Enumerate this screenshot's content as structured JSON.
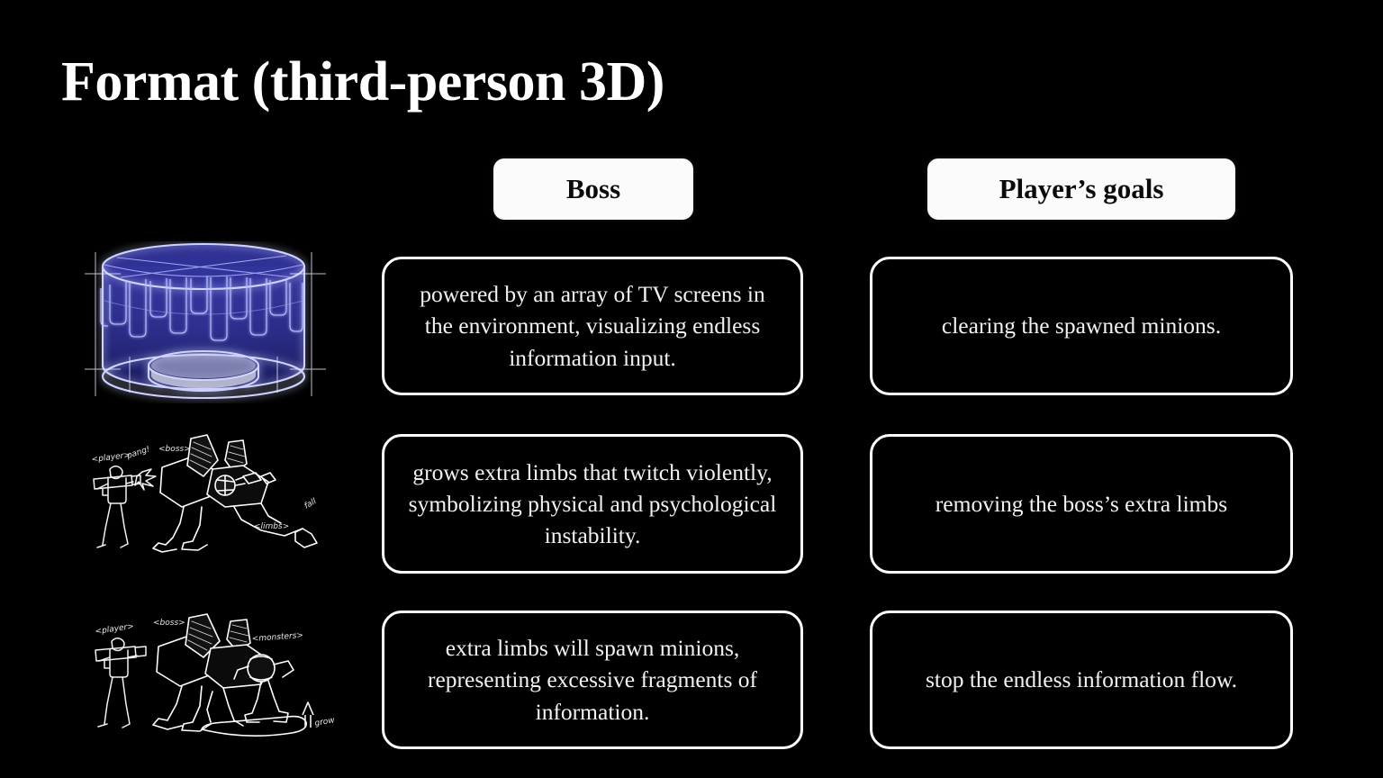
{
  "slide": {
    "title": "Format (third-person 3D)",
    "background_color": "#000000",
    "text_color": "#ffffff"
  },
  "columns": {
    "boss_header": "Boss",
    "goals_header": "Player’s goals"
  },
  "rows": [
    {
      "sketch_alt": "glowing blue cylindrical arena ringed with hanging TV screen panels above a circular platform",
      "sketch_labels": [],
      "boss": "powered by an array of TV screens in the environment, visualizing endless information input.",
      "goal": "clearing the spawned minions."
    },
    {
      "sketch_alt": "player with rifle firing at a многоlimbed boss creature, limbs falling off",
      "sketch_labels": [
        "<player>",
        "pang!",
        "<boss>",
        "<limbs>",
        "fall"
      ],
      "boss": "grows extra limbs that twitch violently, symbolizing physical and psychological instability.",
      "goal": "removing the boss’s extra limbs"
    },
    {
      "sketch_alt": "player with rifle facing boss creature while small monsters grow from its limbs",
      "sketch_labels": [
        "<player>",
        "<boss>",
        "<monsters>",
        "grow"
      ],
      "boss": "extra limbs will spawn minions, representing excessive fragments of information.",
      "goal": "stop the endless information flow."
    }
  ],
  "colors": {
    "arena_glow": "#6f79ff",
    "arena_fill": "#2e2f8f",
    "card_border": "#ffffff",
    "pill_background": "#fbfbfb",
    "pill_text": "#0b0b0b"
  }
}
